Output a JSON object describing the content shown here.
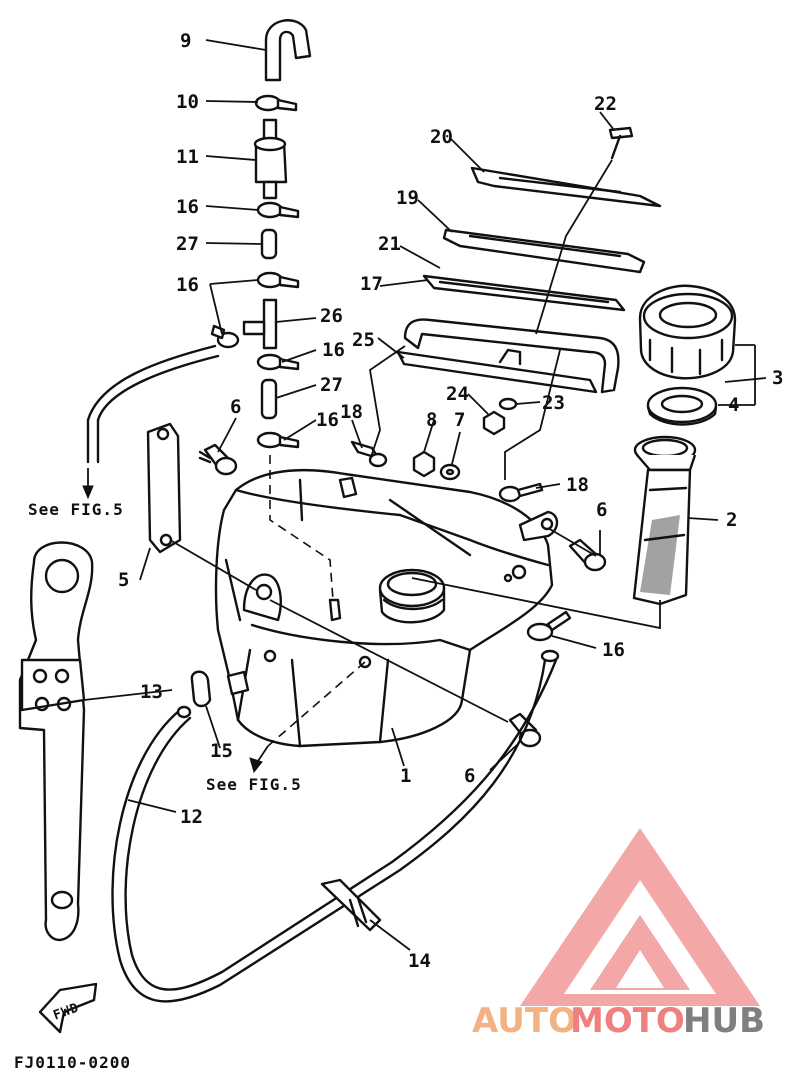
{
  "callouts": {
    "c1": "1",
    "c2": "2",
    "c3": "3",
    "c4": "4",
    "c5": "5",
    "c6a": "6",
    "c6b": "6",
    "c6c": "6",
    "c7": "7",
    "c8": "8",
    "c9": "9",
    "c10": "10",
    "c11": "11",
    "c12": "12",
    "c13": "13",
    "c14": "14",
    "c15": "15",
    "c16a": "16",
    "c16b": "16",
    "c16c": "16",
    "c16d": "16",
    "c16e": "16",
    "c17": "17",
    "c18a": "18",
    "c18b": "18",
    "c19": "19",
    "c20": "20",
    "c21": "21",
    "c22": "22",
    "c23": "23",
    "c24": "24",
    "c25": "25",
    "c26": "26",
    "c27a": "27",
    "c27b": "27"
  },
  "notes": {
    "see_fig_left": "See FIG.5",
    "see_fig_bottom": "See FIG.5",
    "fwd": "FWD",
    "drawing_code": "FJ0110-0200"
  },
  "watermark": {
    "part1": "AUTO",
    "part2": "MOTO",
    "part3": "HUB",
    "colors": {
      "auto": "#f4b183",
      "moto": "#f08080",
      "hub": "#7f7f7f",
      "logo": "#f08a8a"
    }
  }
}
